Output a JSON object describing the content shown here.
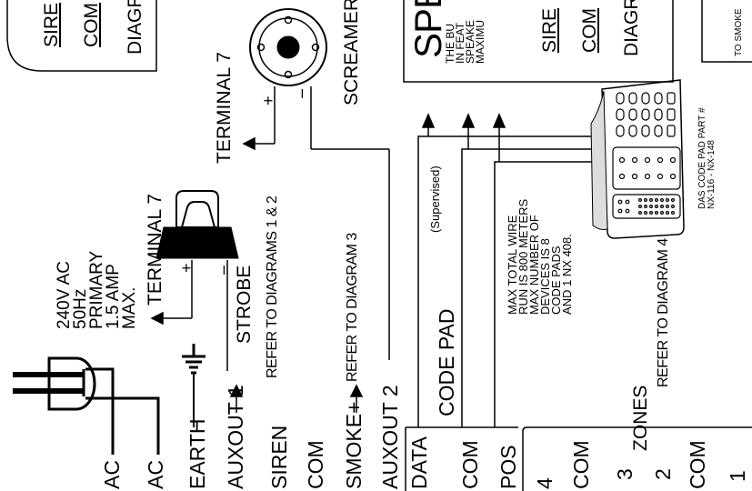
{
  "power": {
    "label": "240V AC\n50Hz\nPRIMARY\n1.5 AMP\nMAX."
  },
  "terminals": {
    "ac1": "AC",
    "ac2": "AC",
    "earth": "EARTH",
    "auxout1": "AUXOUT 1",
    "siren": "SIREN",
    "com1": "COM",
    "smoke_plus": "SMOKE+",
    "auxout2": "AUXOUT 2",
    "data": "DATA",
    "com2": "COM",
    "pos": "POS",
    "zone4": "4",
    "com3": "COM",
    "zone3": "3",
    "zone2": "2",
    "com4": "COM",
    "zone1": "1"
  },
  "strobe": {
    "terminal": "TERMINAL 7",
    "plus": "+",
    "minus": "–",
    "label": "STROBE"
  },
  "refs": {
    "diagrams_1_2": "REFER TO DIAGRAMS 1 & 2",
    "diagram_3": "REFER TO DIAGRAM 3",
    "diagram_4": "REFER TO DIAGRAM 4"
  },
  "screamer": {
    "terminal": "TERMINAL 7",
    "plus": "+",
    "minus": "–",
    "label": "SCREAMER"
  },
  "codepad": {
    "supervised": "(Supervised)",
    "label": "CODE PAD",
    "note": "MAX TOTAL WIRE\nRUN IS 800 METERS\nMAX NUMBER OF\nDEVICES IS 8\nCODE PADS\nAND 1 NX 408.",
    "part": "DAS CODE PAD PART #\nNX-116 - NX-148"
  },
  "zones": {
    "label": "ZONES"
  },
  "boxes": {
    "siren1": "SIRE",
    "com1": "COM",
    "diag1": "DIAGF",
    "speaker_title": "SPE",
    "speaker_text": "THE BU\nIN FEAT\nSPEAKE\nMAXIMU",
    "siren2": "SIRE",
    "com2": "COM",
    "diag2": "DIAGR",
    "to_smoke": "TO SMOKE"
  }
}
